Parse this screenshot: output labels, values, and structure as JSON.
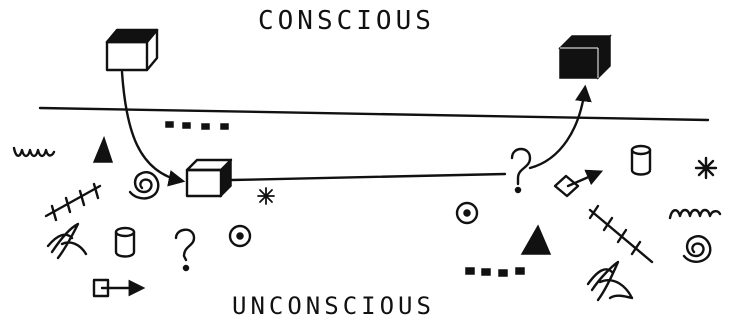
{
  "labels": {
    "top": "CONSCIOUS",
    "bottom": "UNCONSCIOUS"
  },
  "colors": {
    "ink": "#111111",
    "paper": "#ffffff"
  },
  "symbols": [
    "cube",
    "triangle",
    "squiggle",
    "spiral",
    "question-mark",
    "dotted-circle",
    "asterisk",
    "dots",
    "cylinder",
    "cross-chain",
    "script-flourish",
    "arrow-box"
  ]
}
